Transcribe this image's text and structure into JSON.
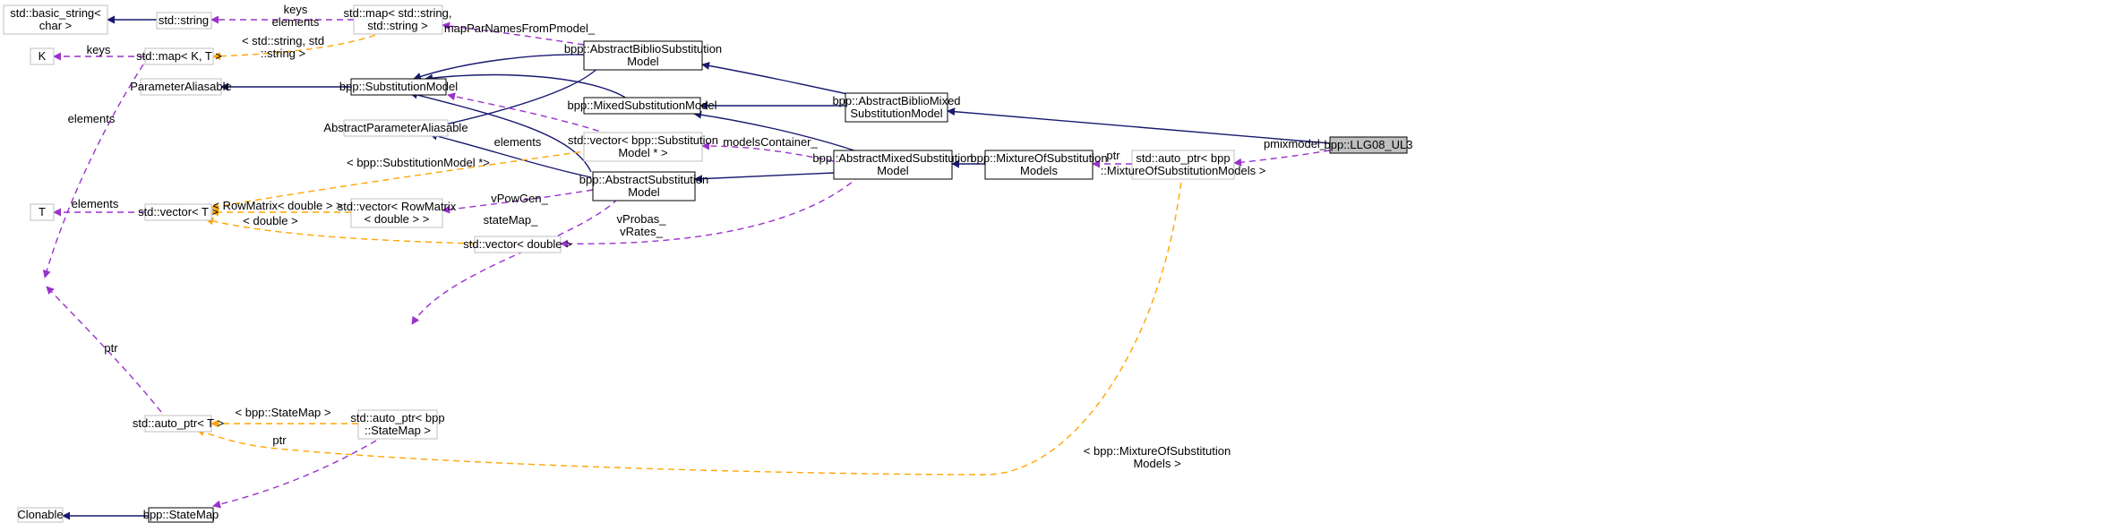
{
  "colors": {
    "inheritance": "#191970",
    "usage": "#9a32cd",
    "template": "#ffa500",
    "focus_fill": "#bfbfbf",
    "plain_border": "#bfbfbf",
    "main_border": "#000000"
  },
  "nodes": {
    "basic_string": [
      "std::basic_string<",
      "char >"
    ],
    "string": [
      "std::string"
    ],
    "map_string": [
      "std::map< std::string,",
      "std::string >"
    ],
    "k": [
      "K"
    ],
    "map_kt": [
      "std::map< K, T >"
    ],
    "param_aliasable": [
      "ParameterAliasable"
    ],
    "abstract_param_aliasable": [
      "AbstractParameterAliasable"
    ],
    "substitution_model": [
      "bpp::SubstitutionModel"
    ],
    "abstract_biblio": [
      "bpp::AbstractBiblioSubstitution",
      "Model"
    ],
    "mixed_substitution": [
      "bpp::MixedSubstitutionModel"
    ],
    "abstract_biblio_mixed": [
      "bpp::AbstractBiblioMixed",
      "SubstitutionModel"
    ],
    "vector_subst_model": [
      "std::vector< bpp::Substitution",
      "Model * >"
    ],
    "abstract_mixed": [
      "bpp::AbstractMixedSubstitution",
      "Model"
    ],
    "abstract_substitution": [
      "bpp::AbstractSubstitution",
      "Model"
    ],
    "mixture_of": [
      "bpp::MixtureOfSubstitution",
      "Models"
    ],
    "auto_ptr_mixture": [
      "std::auto_ptr< bpp",
      "::MixtureOfSubstitutionModels >"
    ],
    "llg08": [
      "bpp::LLG08_UL3"
    ],
    "t": [
      "T"
    ],
    "vector_t": [
      "std::vector< T >"
    ],
    "vector_rowmatrix": [
      "std::vector< RowMatrix",
      "< double > >"
    ],
    "vector_double": [
      "std::vector< double >"
    ],
    "auto_ptr_t": [
      "std::auto_ptr< T >"
    ],
    "auto_ptr_statemap": [
      "std::auto_ptr< bpp",
      "::StateMap >"
    ],
    "clonable": [
      "Clonable"
    ],
    "statemap": [
      "bpp::StateMap"
    ]
  },
  "edge_labels": {
    "keys_elements": [
      "keys",
      "elements"
    ],
    "string_string": [
      "< std::string, std",
      "::string >"
    ],
    "map_par_names": [
      "mapParNamesFromPmodel_"
    ],
    "keys": [
      "keys"
    ],
    "elements_t": [
      "elements"
    ],
    "elements_sm": [
      "elements"
    ],
    "models_container": [
      "modelsContainer_"
    ],
    "subst_model_ptr": [
      "< bpp::SubstitutionModel *>"
    ],
    "pmixmodel": [
      "pmixmodel_"
    ],
    "ptr_mixture": [
      "ptr"
    ],
    "elements_vec": [
      "elements"
    ],
    "row_matrix": [
      "< RowMatrix< double > >"
    ],
    "v_pow_gen": [
      "vPowGen_"
    ],
    "double_tpl": [
      "< double >"
    ],
    "state_map_member": [
      "stateMap_"
    ],
    "vprobas_vrates": [
      "vProbas_",
      "vRates_"
    ],
    "ptr_t": [
      "ptr"
    ],
    "state_map_tpl": [
      "< bpp::StateMap >"
    ],
    "ptr_statemap": [
      "ptr"
    ],
    "mixture_tpl": [
      "< bpp::MixtureOfSubstitution",
      "Models >"
    ]
  }
}
